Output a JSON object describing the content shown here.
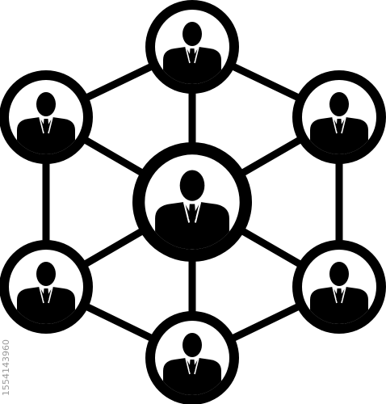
{
  "icon": {
    "name": "business-people-network",
    "colors": {
      "foreground": "#000000",
      "background": "#ffffff"
    },
    "nodes": [
      {
        "id": "center",
        "role": "person"
      },
      {
        "id": "top",
        "role": "person"
      },
      {
        "id": "upper-right",
        "role": "person"
      },
      {
        "id": "lower-right",
        "role": "person"
      },
      {
        "id": "bottom",
        "role": "person"
      },
      {
        "id": "lower-left",
        "role": "person"
      },
      {
        "id": "upper-left",
        "role": "person"
      }
    ],
    "edges": [
      [
        "center",
        "top"
      ],
      [
        "center",
        "upper-right"
      ],
      [
        "center",
        "lower-right"
      ],
      [
        "center",
        "bottom"
      ],
      [
        "center",
        "lower-left"
      ],
      [
        "center",
        "upper-left"
      ],
      [
        "top",
        "upper-right"
      ],
      [
        "upper-right",
        "lower-right"
      ],
      [
        "lower-right",
        "bottom"
      ],
      [
        "bottom",
        "lower-left"
      ],
      [
        "lower-left",
        "upper-left"
      ],
      [
        "upper-left",
        "top"
      ]
    ]
  },
  "watermark": {
    "id_text": "1554143960",
    "logo_name": "stock-watermark"
  }
}
